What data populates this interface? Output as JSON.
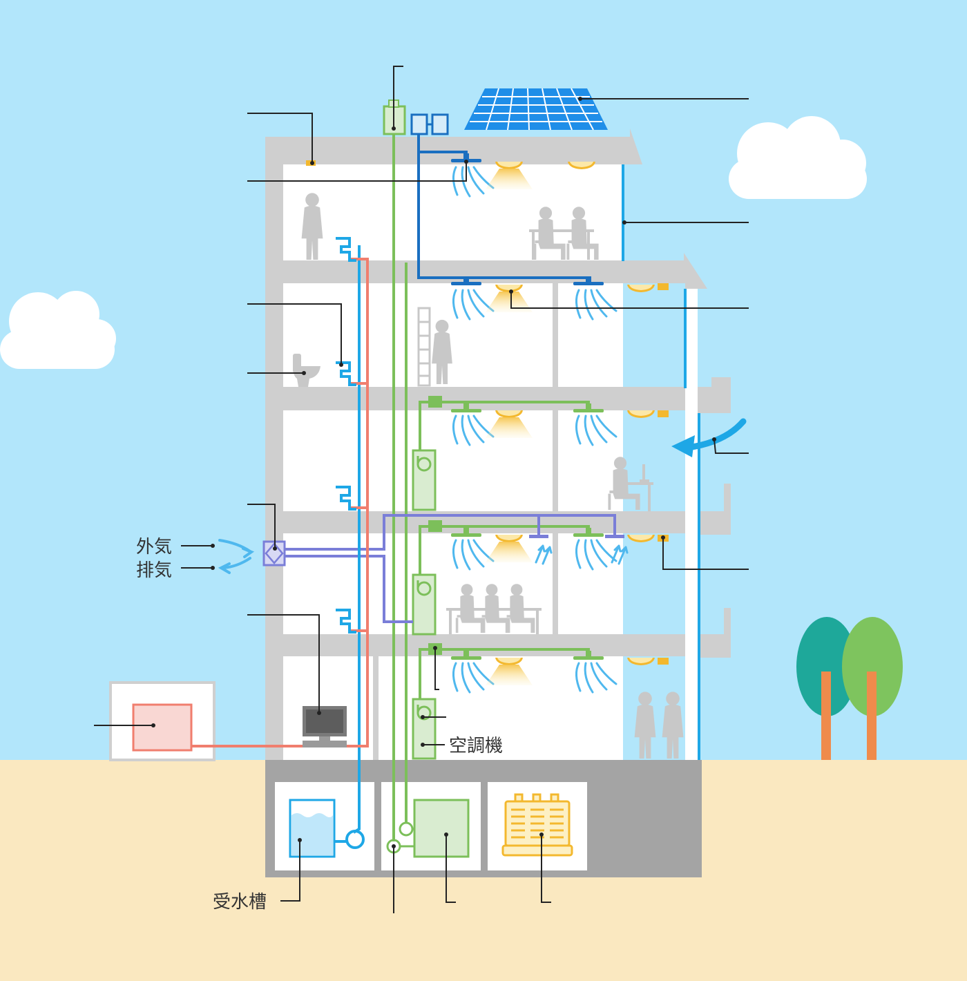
{
  "labels": {
    "outside_air": "外気",
    "exhaust_air": "排気",
    "air_conditioner": "空調機",
    "water_tank": "受水槽"
  },
  "colors": {
    "sky": "#b2e6fb",
    "ground": "#fae8c0",
    "structure": "#cfcfcf",
    "basement": "#a4a4a4",
    "water_pipe_blue": "#1ea7e6",
    "duct_dark_blue": "#1a6fc0",
    "hot_water_red": "#f07e6e",
    "air_conditioning_green": "#7cbf5a",
    "ventilation_purple": "#7a7ed8",
    "lighting_yellow": "#f3b82e",
    "solar_panel": "#1f8ee8"
  }
}
